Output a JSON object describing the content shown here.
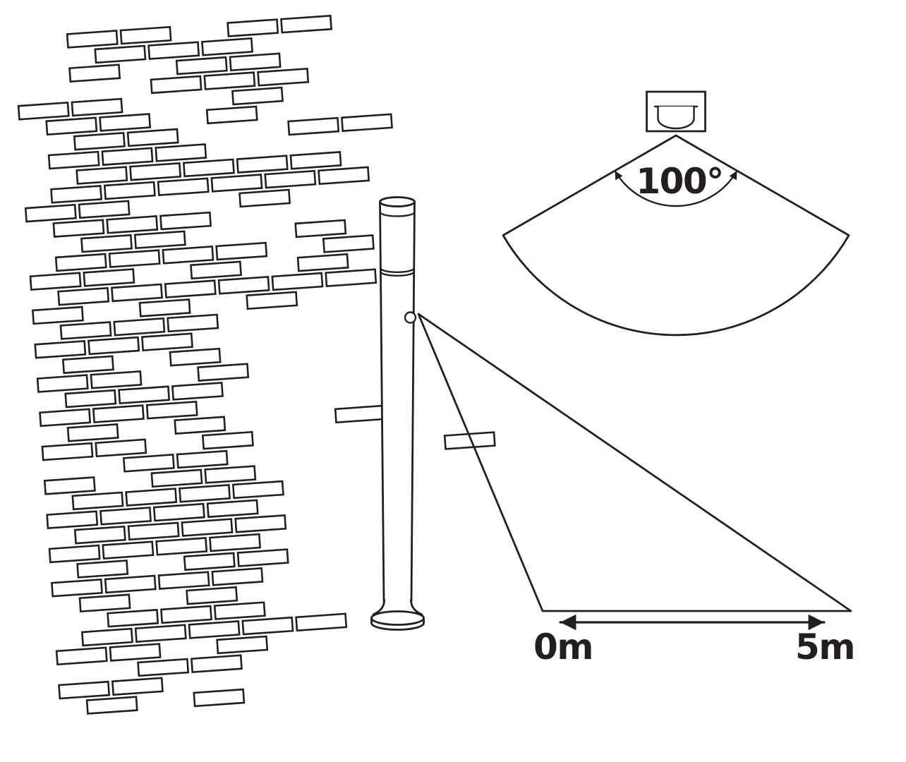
{
  "colors": {
    "ink": "#231f20",
    "paper": "#ffffff"
  },
  "labels": {
    "detection_angle": "100°",
    "range_start": "0m",
    "range_end": "5m"
  },
  "icons": {
    "brick_wall": "brick-wall-pattern",
    "bollard_light": "bollard-light-with-pir-sensor",
    "pir_sensor": "motion-sensor-dome",
    "top_view_sensor": "ceiling-sensor-front-view",
    "detection_fan": "100-degree-detection-sector",
    "detection_triangle": "5m-detection-range-side-view",
    "range_arrow": "double-headed-arrow"
  }
}
